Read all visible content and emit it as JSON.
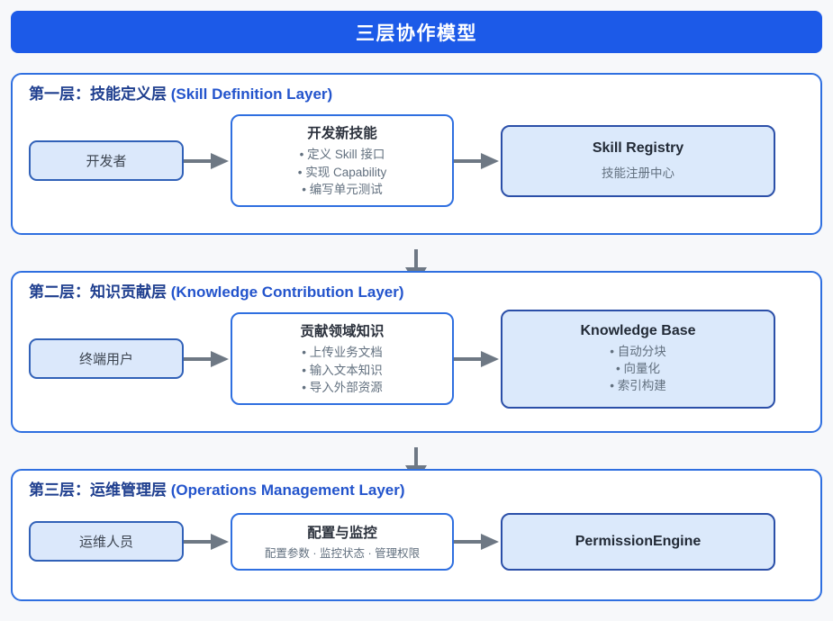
{
  "title_bar": {
    "title": "三层协作模型"
  },
  "layers": [
    {
      "heading_cn": "第一层：技能定义层",
      "heading_en": "(Skill Definition Layer)",
      "actor": {
        "label": "开发者"
      },
      "process": {
        "title": "开发新技能",
        "bullets": [
          "• 定义 Skill 接口",
          "• 实现 Capability",
          "• 编写单元测试"
        ]
      },
      "result": {
        "title": "Skill Registry",
        "subtitle": "技能注册中心",
        "bullets": []
      }
    },
    {
      "heading_cn": "第二层：知识贡献层",
      "heading_en": "(Knowledge Contribution Layer)",
      "actor": {
        "label": "终端用户"
      },
      "process": {
        "title": "贡献领域知识",
        "bullets": [
          "• 上传业务文档",
          "• 输入文本知识",
          "• 导入外部资源"
        ]
      },
      "result": {
        "title": "Knowledge Base",
        "subtitle": "",
        "bullets": [
          "• 自动分块",
          "• 向量化",
          "• 索引构建"
        ]
      }
    },
    {
      "heading_cn": "第三层：运维管理层",
      "heading_en": "(Operations Management Layer)",
      "actor": {
        "label": "运维人员"
      },
      "process": {
        "title": "配置与监控",
        "subtitle": "配置参数 · 监控状态 · 管理权限",
        "bullets": []
      },
      "result": {
        "title": "PermissionEngine",
        "subtitle": "",
        "bullets": []
      }
    }
  ],
  "colors": {
    "title_bar_blue": "#1c5ae8",
    "layer_border_blue": "#2f6fe0",
    "heading_navy": "#1f3f8f",
    "heading_en_blue": "#2354cc",
    "actor_fill": "#dbe8fb",
    "actor_border": "#3161b8",
    "result_fill": "#dbe9fb",
    "result_border": "#2b4fa8",
    "arrow_gray": "#6e7884",
    "page_background": "#f7f8fa"
  }
}
